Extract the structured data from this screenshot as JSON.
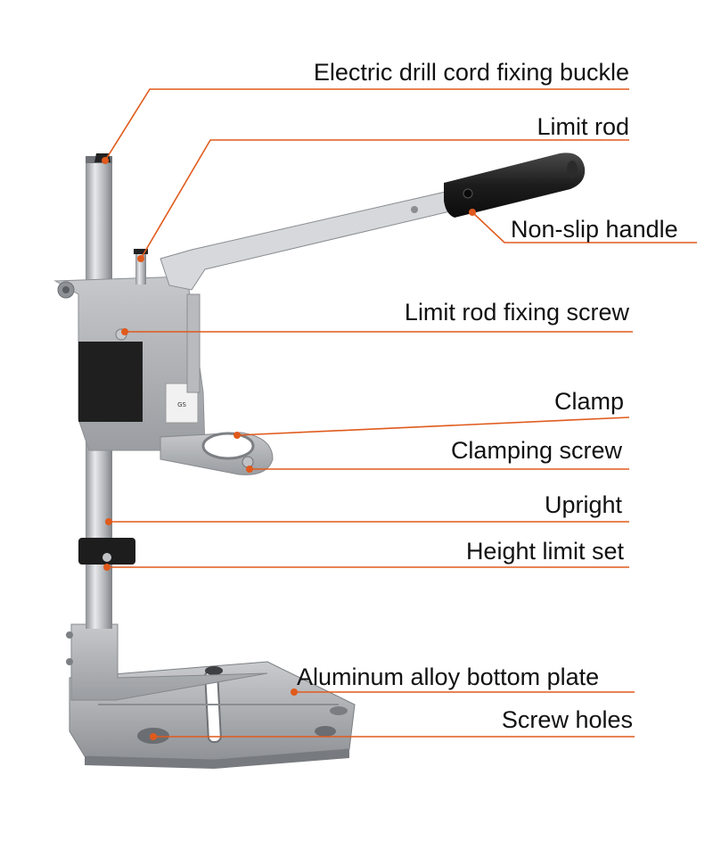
{
  "colors": {
    "accent": "#e05a1c",
    "metal": "#a8abb0",
    "black_part": "#1e1e1e"
  },
  "callouts": [
    {
      "id": "cord-buckle",
      "label": "Electric drill cord fixing buckle"
    },
    {
      "id": "limit-rod",
      "label": "Limit rod"
    },
    {
      "id": "handle",
      "label": "Non-slip handle"
    },
    {
      "id": "rod-screw",
      "label": "Limit rod fixing screw"
    },
    {
      "id": "clamp",
      "label": "Clamp"
    },
    {
      "id": "clamp-screw",
      "label": "Clamping screw"
    },
    {
      "id": "upright",
      "label": "Upright"
    },
    {
      "id": "height-limit",
      "label": "Height limit set"
    },
    {
      "id": "bottom-plate",
      "label": "Aluminum alloy bottom plate"
    },
    {
      "id": "screw-holes",
      "label": "Screw holes"
    }
  ]
}
